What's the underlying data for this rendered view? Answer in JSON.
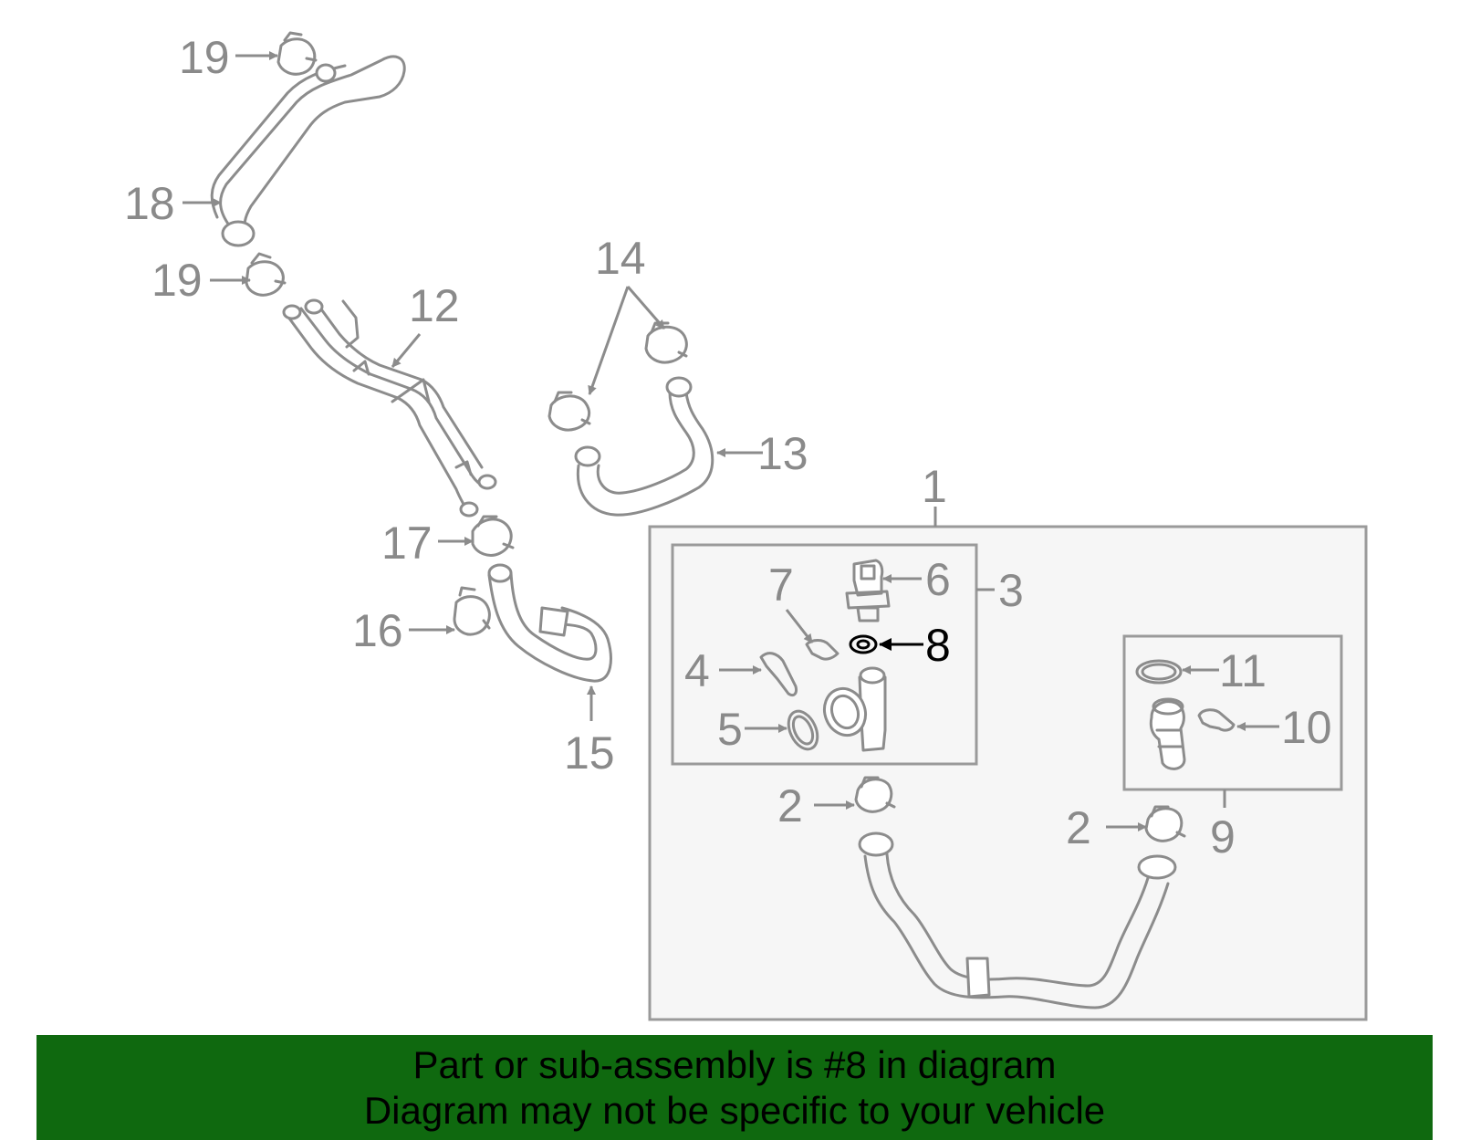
{
  "callouts": {
    "c1": "1",
    "c2a": "2",
    "c2b": "2",
    "c3": "3",
    "c4": "4",
    "c5": "5",
    "c6": "6",
    "c7": "7",
    "c8": "8",
    "c9": "9",
    "c10": "10",
    "c11": "11",
    "c12": "12",
    "c13": "13",
    "c14": "14",
    "c15": "15",
    "c16": "16",
    "c17": "17",
    "c18": "18",
    "c19a": "19",
    "c19b": "19"
  },
  "highlighted_part": "8",
  "banner": {
    "line1": "Part or sub-assembly is #8 in diagram",
    "line2": "Diagram may not be specific to your vehicle"
  },
  "colors": {
    "banner_background": "#0f690f",
    "line_art": "#8c8c8c",
    "highlight": "#000000",
    "assembly_box_fill": "#f6f6f6"
  }
}
